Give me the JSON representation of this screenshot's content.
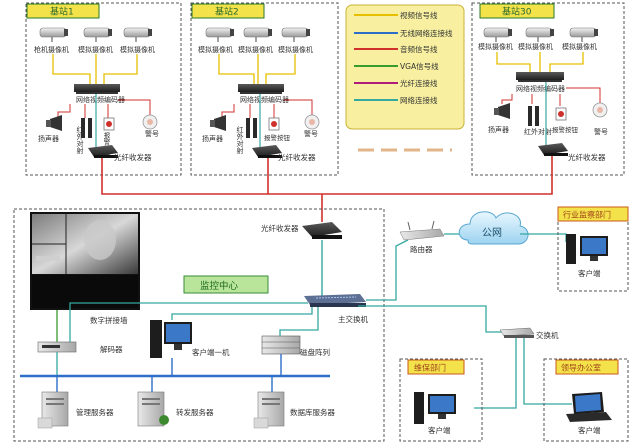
{
  "sites": [
    {
      "title": "基站1",
      "cameras": [
        "枪机摄像机",
        "模拟摄像机",
        "模拟摄像机"
      ],
      "encoder": "网络视频编码器",
      "speaker": "扬声器",
      "ir_detector": "红外对射",
      "alarm_button": "报警按钮",
      "siren": "警号",
      "fiber": "光纤收发器"
    },
    {
      "title": "基站2",
      "cameras": [
        "模拟摄像机",
        "模拟摄像机",
        "模拟摄像机"
      ],
      "encoder": "网络视频编码器",
      "speaker": "扬声器",
      "ir_detector": "红外对射",
      "alarm_button": "报警按钮",
      "siren": "警号",
      "fiber": "光纤收发器"
    },
    {
      "title": "基站30",
      "cameras": [
        "模拟摄像机",
        "模拟摄像机",
        "模拟摄像机"
      ],
      "encoder": "网络视频编码器",
      "speaker": "扬声器",
      "ir_detector": "红外对射",
      "alarm_button": "报警按钮",
      "siren": "警号",
      "fiber": "光纤收发器"
    }
  ],
  "legend": [
    {
      "label": "视频信号线",
      "color": "#e6c000"
    },
    {
      "label": "无线网络连接线",
      "color": "#2c6ec8"
    },
    {
      "label": "音频信号线",
      "color": "#d0302c"
    },
    {
      "label": "VGA信号线",
      "color": "#3a9b2e"
    },
    {
      "label": "光纤连接线",
      "color": "#b01c7a"
    },
    {
      "label": "网络连接线",
      "color": "#35a8a0"
    }
  ],
  "center": {
    "title": "监控中心",
    "fiber": "光纤收发器",
    "switch": "主交换机",
    "wall": "数字拼接墙",
    "decoder": "解码器",
    "client": "客户端一机",
    "storage": "磁盘阵列",
    "servers": [
      "管理服务器",
      "转发服务器",
      "数据库服务器"
    ]
  },
  "router_label": "路由器",
  "internet_label": "公网",
  "remote_switch_label": "交换机",
  "depts": [
    {
      "title": "行业监察部门",
      "client": "客户端"
    },
    {
      "title": "维保部门",
      "client": "客户端"
    },
    {
      "title": "领导办公室",
      "client": "客户端"
    }
  ],
  "colors": {
    "line_red": "#d0302c",
    "line_blue": "#2c6ec8",
    "title_bg": "#f3e24a",
    "green_bg": "#b9e59a",
    "legend_bg": "#f8f0a0"
  }
}
